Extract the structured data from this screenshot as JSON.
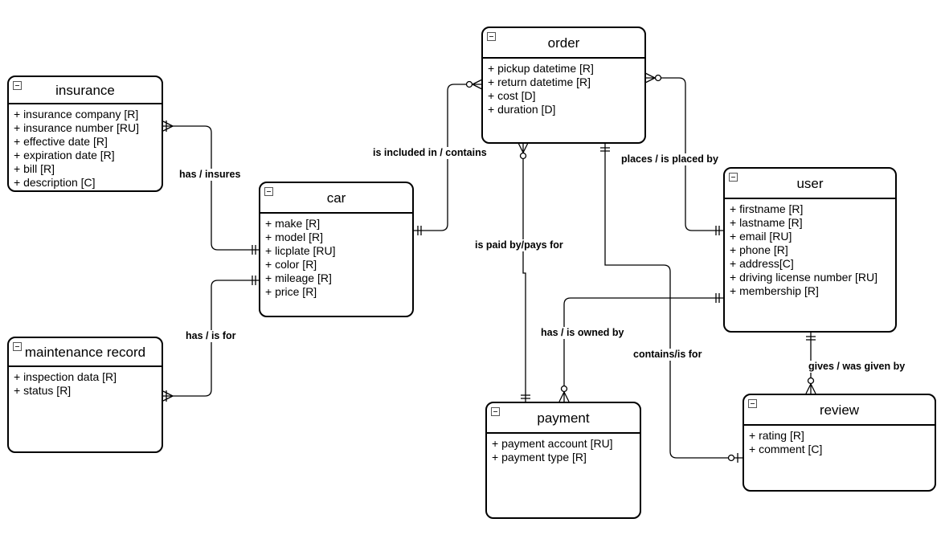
{
  "entities": {
    "insurance": {
      "name": "insurance",
      "attributes": [
        "+ insurance company [R]",
        "+ insurance number [RU]",
        "+ effective date [R]",
        "+ expiration date [R]",
        "+ bill [R]",
        "+ description [C]"
      ]
    },
    "maintenance": {
      "name": "maintenance record",
      "attributes": [
        "+ inspection data [R]",
        "+ status [R]"
      ]
    },
    "car": {
      "name": "car",
      "attributes": [
        "+ make [R]",
        "+ model [R]",
        "+ licplate [RU]",
        "+ color [R]",
        "+ mileage [R]",
        "+ price [R]"
      ]
    },
    "order": {
      "name": "order",
      "attributes": [
        "+ pickup datetime [R]",
        "+ return datetime [R]",
        "+ cost [D]",
        "+ duration [D]"
      ]
    },
    "user": {
      "name": "user",
      "attributes": [
        "+ firstname [R]",
        "+ lastname [R]",
        "+ email [RU]",
        "+ phone [R]",
        "+ address[C]",
        "+ driving license number [RU]",
        "+ membership [R]"
      ]
    },
    "payment": {
      "name": "payment",
      "attributes": [
        "+ payment account [RU]",
        "+ payment type [R]"
      ]
    },
    "review": {
      "name": "review",
      "attributes": [
        "+ rating [R]",
        "+ comment [C]"
      ]
    }
  },
  "relationships": {
    "insurance_car": "has / insures",
    "maintenance_car": "has / is for",
    "car_order": "is included in / contains",
    "order_user": "places / is placed by",
    "order_payment": "is paid by/pays for",
    "order_review": "contains/is for",
    "user_payment": "has / is owned by",
    "user_review": "gives / was given by"
  }
}
